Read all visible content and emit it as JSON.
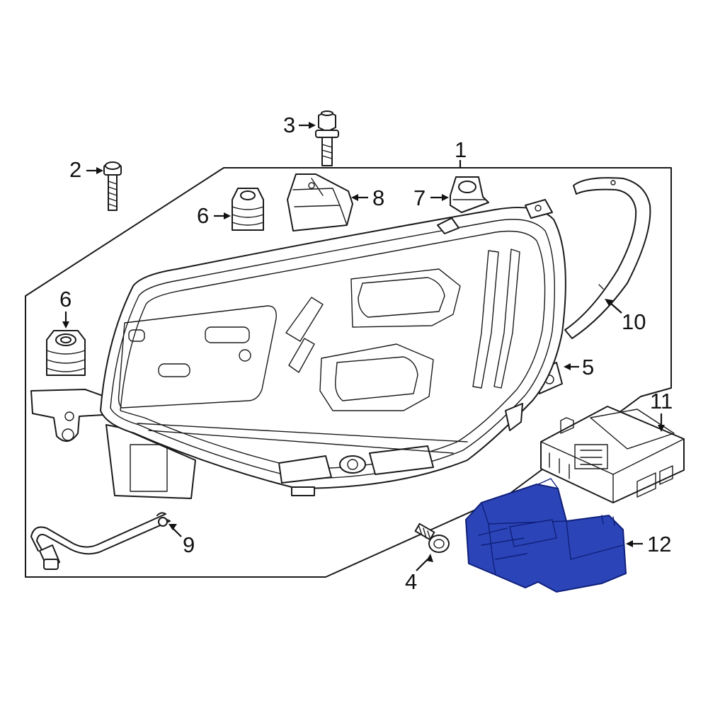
{
  "colors": {
    "line": "#1a1a1a",
    "highlight_fill": "#2b45b8",
    "highlight_stroke": "#0f1f7a",
    "background": "#ffffff"
  },
  "callouts": {
    "c1": "1",
    "c2": "2",
    "c3": "3",
    "c4": "4",
    "c5": "5",
    "c6a": "6",
    "c6b": "6",
    "c7": "7",
    "c8": "8",
    "c9": "9",
    "c10": "10",
    "c11": "11",
    "c12": "12"
  },
  "highlighted_part": "12"
}
